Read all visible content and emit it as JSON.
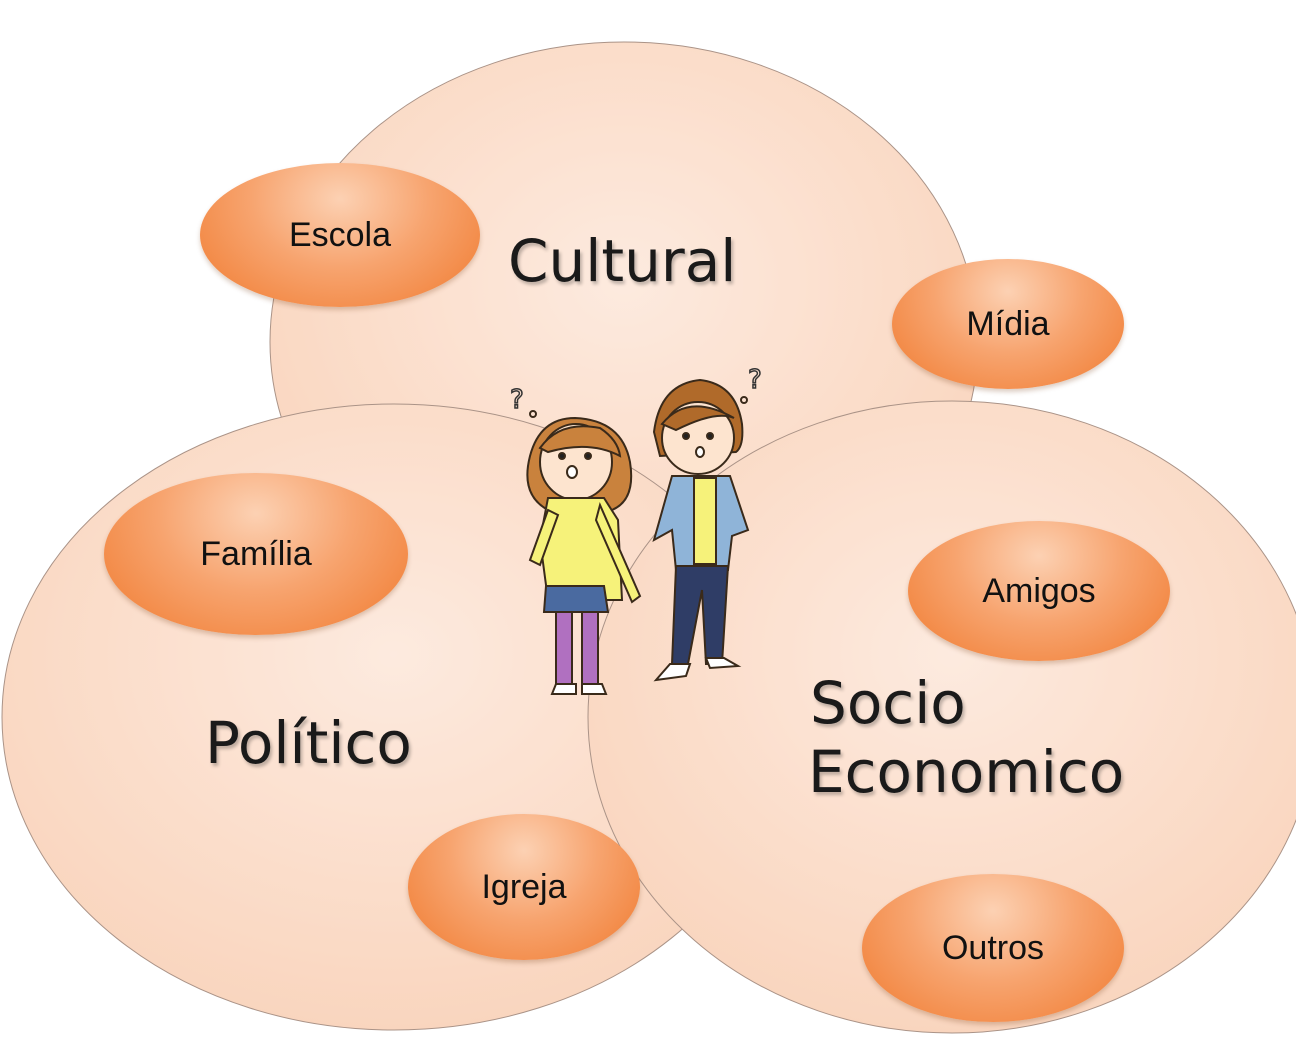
{
  "circles": {
    "cultural": "Cultural",
    "politico": "Político",
    "socio_line1": "Socio",
    "socio_line2": "Economico"
  },
  "influences": {
    "escola": "Escola",
    "midia": "Mídia",
    "familia": "Família",
    "amigos": "Amigos",
    "igreja": "Igreja",
    "outros": "Outros"
  },
  "colors": {
    "circle_fill": "#f9c8a8",
    "oval_dark": "#f07a2e",
    "oval_light": "#fcd1b3"
  },
  "icons": [
    "girl-thinking-figure",
    "boy-thinking-figure",
    "question-mark-icon"
  ]
}
